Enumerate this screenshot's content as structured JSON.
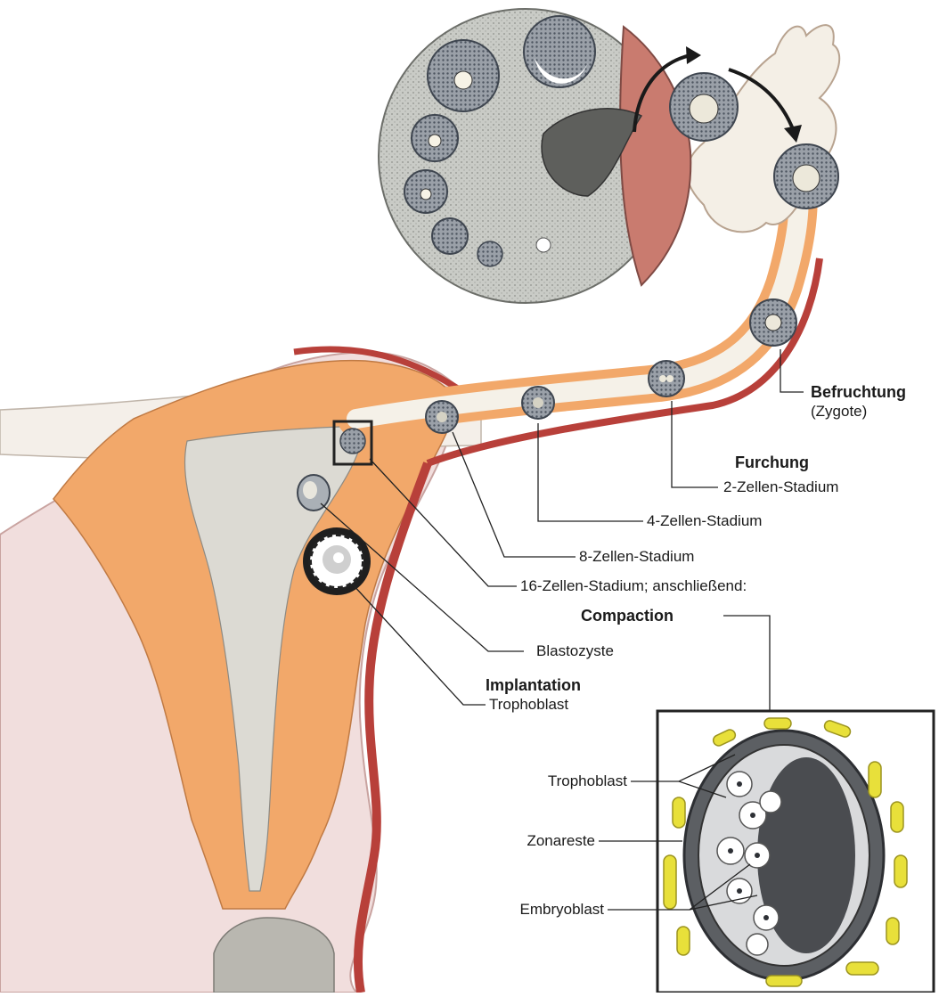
{
  "labels": {
    "befruchtung": "Befruchtung",
    "zygote": "(Zygote)",
    "furchung": "Furchung",
    "zwei_zellen": "2-Zellen-Stadium",
    "vier_zellen": "4-Zellen-Stadium",
    "acht_zellen": "8-Zellen-Stadium",
    "sechzehn_zellen": "16-Zellen-Stadium; anschließend:",
    "compaction": "Compaction",
    "blastozyste": "Blastozyste",
    "implantation": "Implantation",
    "trophoblast_main": "Trophoblast",
    "trophoblast_inset": "Trophoblast",
    "zonareste": "Zonareste",
    "embryoblast": "Embryoblast"
  },
  "colors": {
    "tissue_orange": "#f2a86a",
    "tissue_pink": "#f1dedd",
    "vessel_red": "#b8403a",
    "cavity_gray": "#d9d9d2",
    "zona_yellow": "#e8e03a",
    "ovary_gray": "#c9cbc6",
    "line": "#222222"
  }
}
